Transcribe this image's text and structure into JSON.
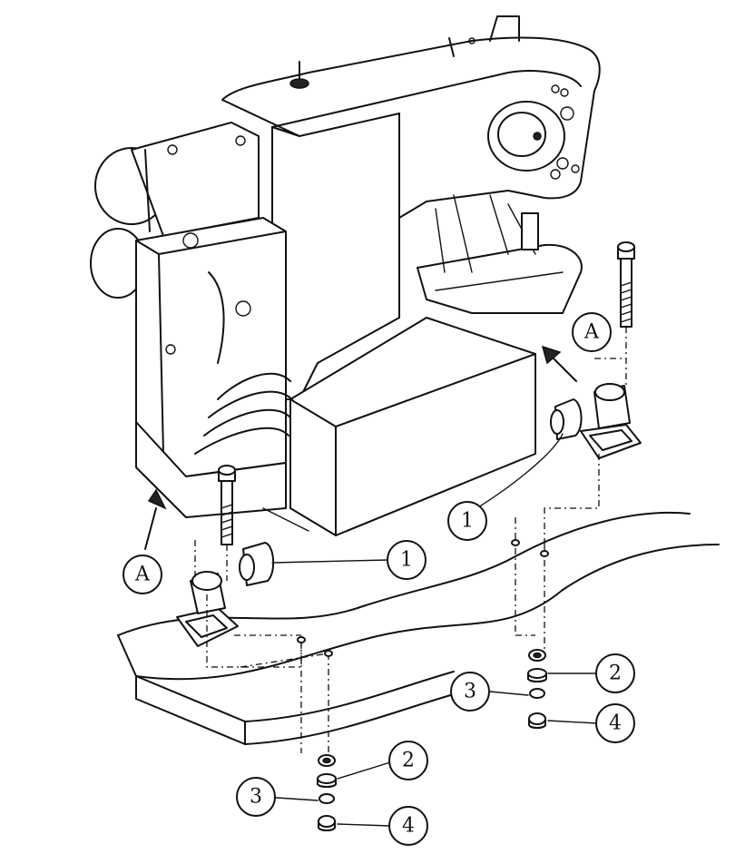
{
  "callouts": {
    "c1a": "1",
    "c1b": "1",
    "c2a": "2",
    "c3a": "3",
    "c4a": "4",
    "c2b": "2",
    "c3b": "3",
    "c4b": "4",
    "cAa": "A",
    "cAb": "A"
  },
  "colors": {
    "line": "#111111",
    "background": "#ffffff"
  }
}
